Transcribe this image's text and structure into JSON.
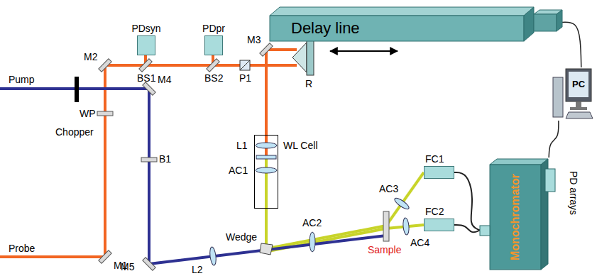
{
  "diagram": {
    "nodes": [
      {
        "text": [
          "PDsyn"
        ]
      },
      {
        "text": [
          "PDpr"
        ]
      },
      {
        "text": [
          "Delay line"
        ]
      },
      {
        "text": [
          "PC"
        ]
      },
      {
        "text": [
          "WL Cell"
        ]
      },
      {
        "text": [
          "FC1"
        ]
      },
      {
        "text": [
          "FC2"
        ]
      },
      {
        "text": [
          "Monochromator"
        ]
      }
    ],
    "edges": [
      {
        "from": 2,
        "to": 3,
        "arrow": "none"
      },
      {
        "from": 3,
        "to": 7,
        "arrow": "none"
      },
      {
        "from": 5,
        "to": 7,
        "arrow": "none"
      },
      {
        "from": 6,
        "to": 7,
        "arrow": "none"
      }
    ],
    "labels": [
      "Probe",
      "Pump",
      "Chopper",
      "M1",
      "M2",
      "WP",
      "BS1",
      "BS2",
      "P1",
      "M3",
      "R",
      "M4",
      "B1",
      "M5",
      "L2",
      "L1",
      "AC1",
      "Wedge",
      "AC2",
      "Sample",
      "AC3",
      "AC4",
      "PD arrays"
    ]
  }
}
